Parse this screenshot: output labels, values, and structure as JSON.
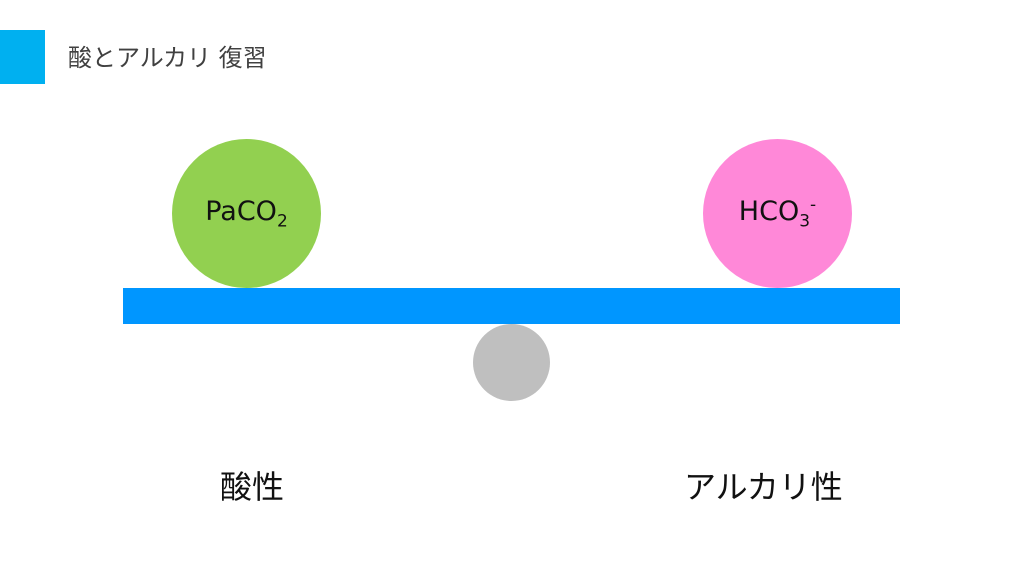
{
  "title": "酸とアルカリ 復習",
  "left_ball": {
    "base": "PaCO",
    "sub": "2"
  },
  "right_ball": {
    "base": "HCO",
    "sub": "3",
    "sup": "-"
  },
  "labels": {
    "left": "酸性",
    "right": "アルカリ性"
  },
  "colors": {
    "accent": "#00b0f0",
    "left": "#92d050",
    "right": "#ff88d8",
    "beam": "#0096ff",
    "pivot": "#bfbfbf"
  }
}
